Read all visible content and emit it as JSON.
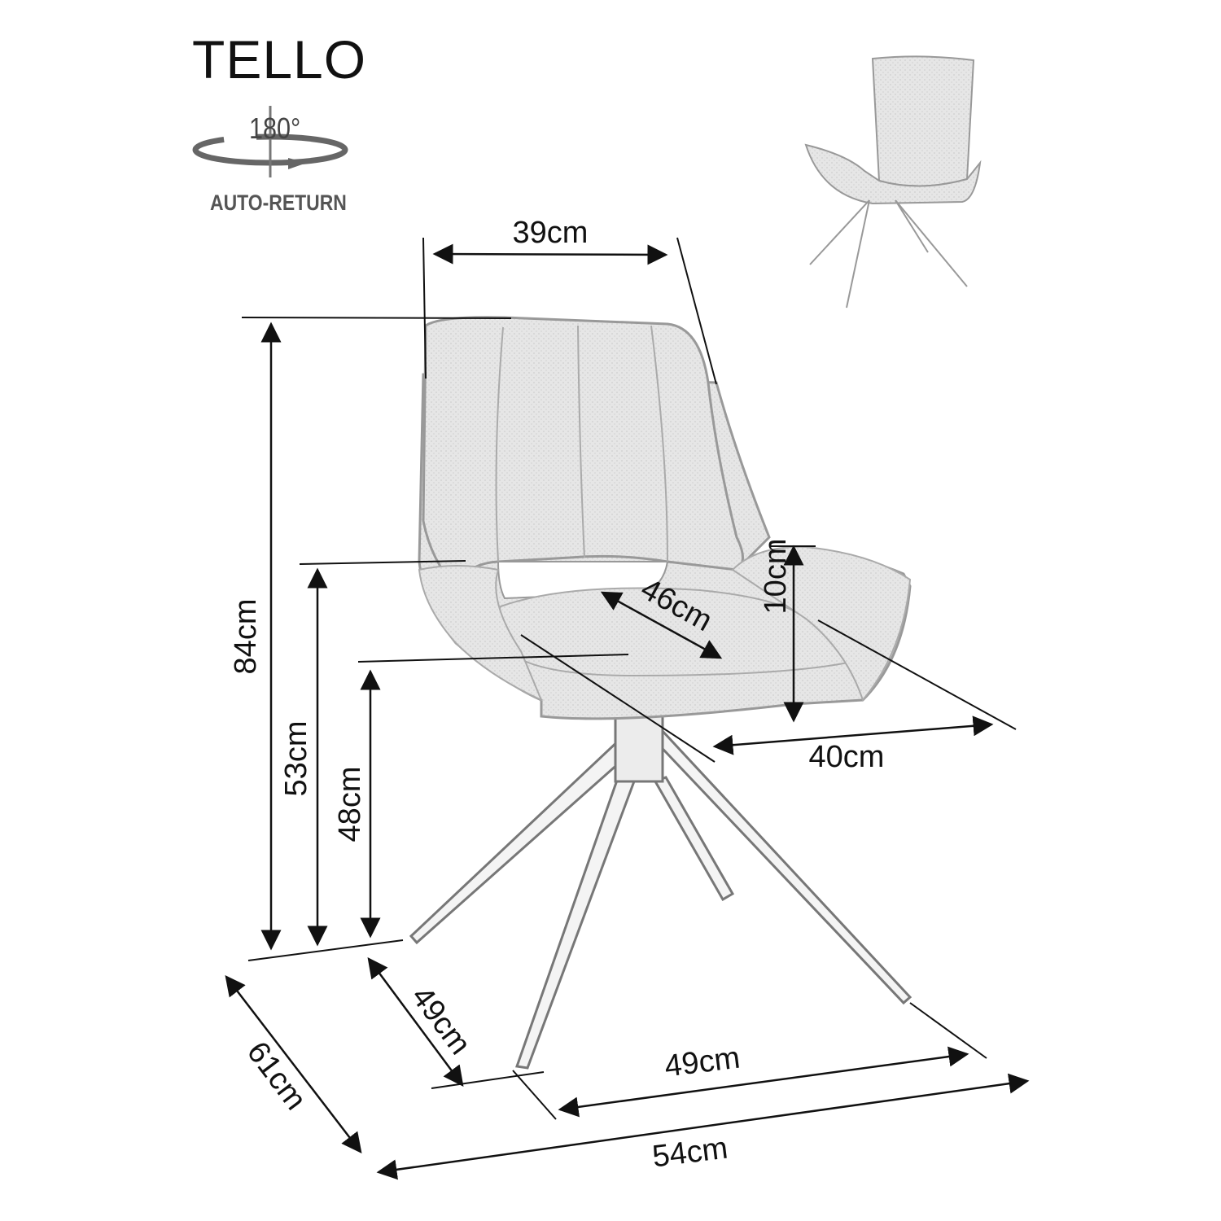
{
  "product": {
    "name": "TELLO",
    "rotation_angle": "180°",
    "rotation_feature": "AUTO-RETURN"
  },
  "dimensions": {
    "backrest_width": "39cm",
    "total_height": "84cm",
    "armrest_height": "53cm",
    "seat_height": "48cm",
    "seat_depth": "46cm",
    "armrest_thickness": "10cm",
    "seat_width": "40cm",
    "base_depth": "49cm",
    "base_width": "49cm",
    "overall_depth": "61cm",
    "overall_width": "54cm"
  },
  "colors": {
    "chair_fill": "#e6e6e6",
    "line": "#111111",
    "chair_outline": "#888888"
  }
}
